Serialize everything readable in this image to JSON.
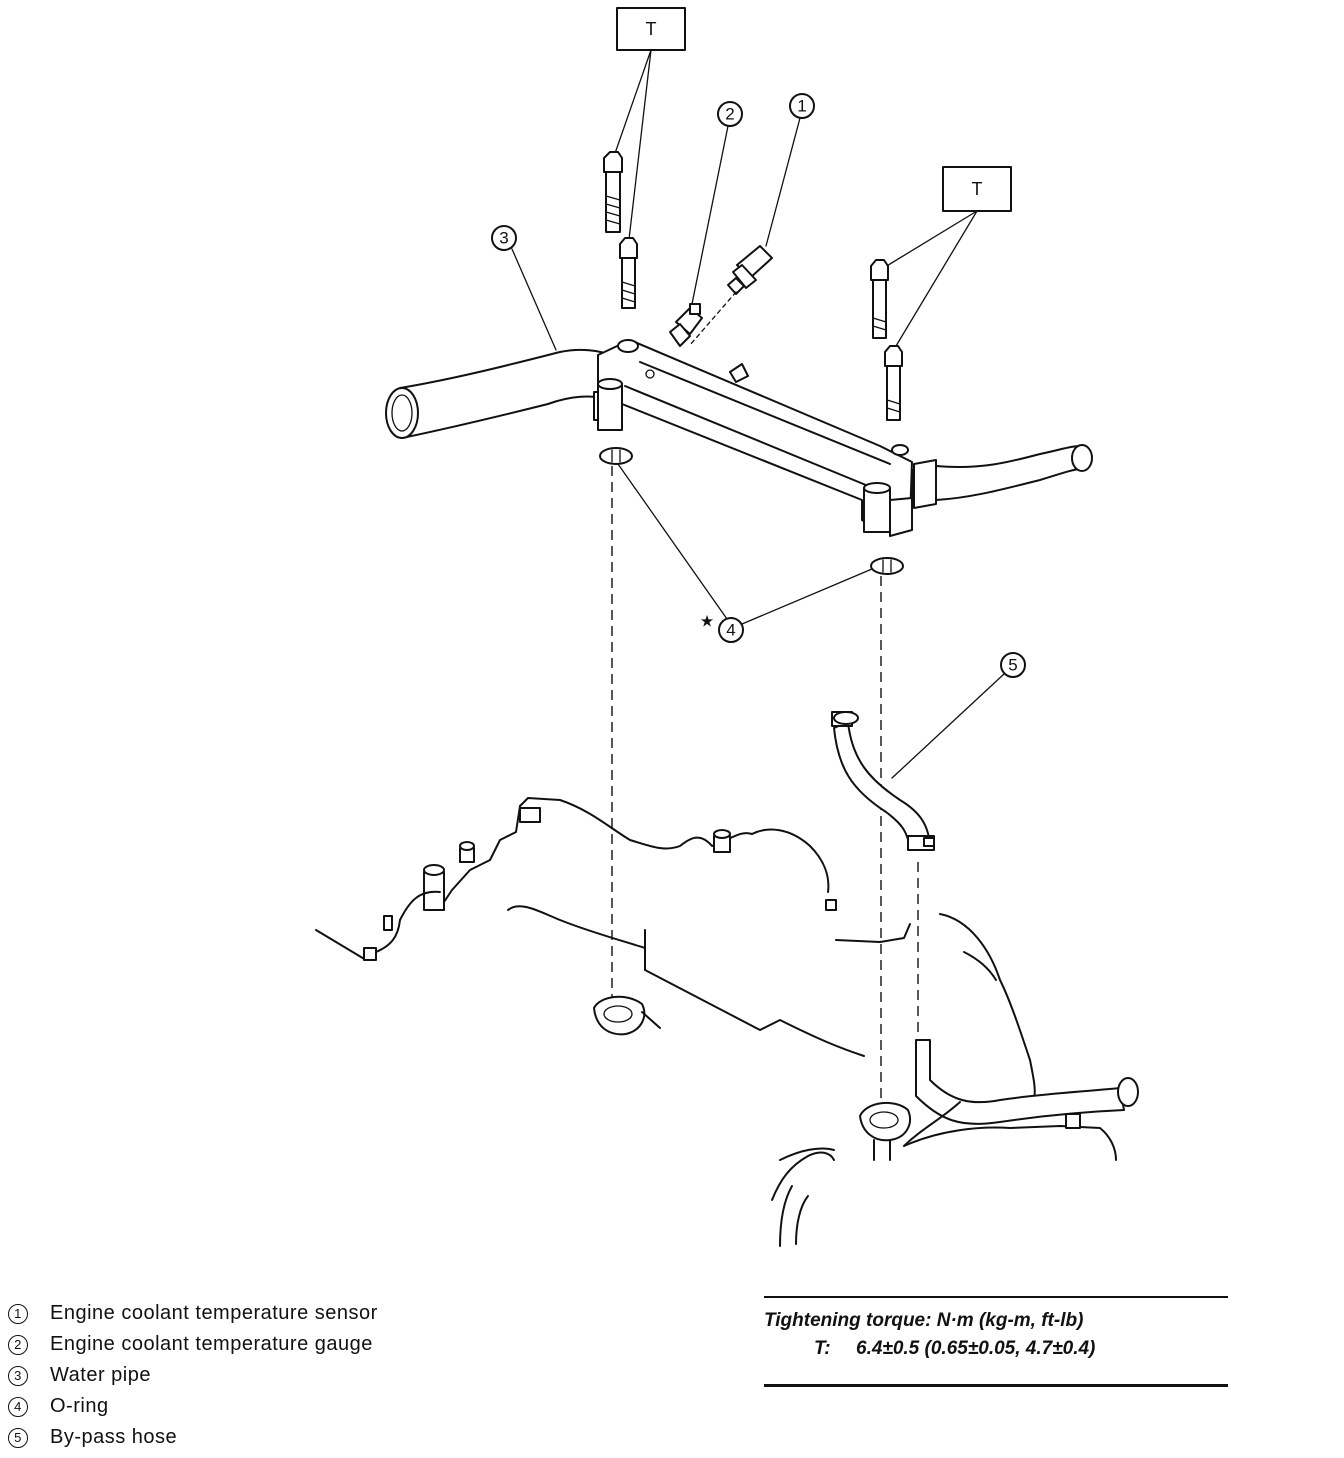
{
  "diagram": {
    "callouts": {
      "c1": "1",
      "c2": "2",
      "c3": "3",
      "c4": "4",
      "c5": "5",
      "c4_marker": "★"
    },
    "torque_box_label": "T"
  },
  "legend": {
    "items": [
      {
        "num": "1",
        "label": "Engine coolant temperature sensor"
      },
      {
        "num": "2",
        "label": "Engine coolant temperature gauge"
      },
      {
        "num": "3",
        "label": "Water pipe"
      },
      {
        "num": "4",
        "label": "O-ring"
      },
      {
        "num": "5",
        "label": "By-pass hose"
      }
    ]
  },
  "torque": {
    "heading": "Tightening torque: N·m (kg-m, ft-lb)",
    "symbol": "T:",
    "value": "6.4±0.5 (0.65±0.05, 4.7±0.4)"
  }
}
